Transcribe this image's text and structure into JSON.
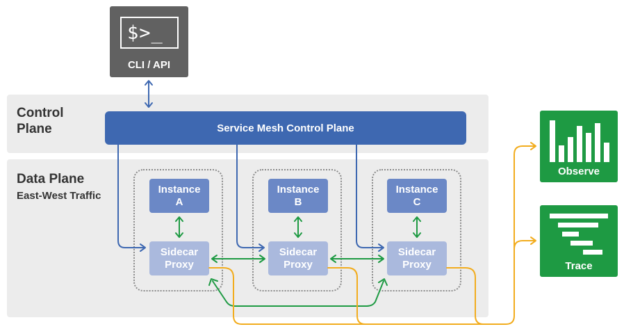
{
  "cli": {
    "prompt": "$>_",
    "label": "CLI / API"
  },
  "control_plane": {
    "title_line1": "Control",
    "title_line2": "Plane",
    "bar_label": "Service Mesh Control Plane"
  },
  "data_plane": {
    "title": "Data Plane",
    "subtitle": "East-West Traffic"
  },
  "pods": [
    {
      "instance_line1": "Instance",
      "instance_line2": "A",
      "sidecar_line1": "Sidecar",
      "sidecar_line2": "Proxy"
    },
    {
      "instance_line1": "Instance",
      "instance_line2": "B",
      "sidecar_line1": "Sidecar",
      "sidecar_line2": "Proxy"
    },
    {
      "instance_line1": "Instance",
      "instance_line2": "C",
      "sidecar_line1": "Sidecar",
      "sidecar_line2": "Proxy"
    }
  ],
  "tools": {
    "observe": {
      "label": "Observe",
      "icon": "bar-chart-icon"
    },
    "trace": {
      "label": "Trace",
      "icon": "trace-waterfall-icon"
    }
  },
  "colors": {
    "control_arrows": "#3e68b1",
    "east_west_arrows": "#1e9a43",
    "telemetry_arrows": "#f2ac1d",
    "tool_background": "#1e9a43"
  }
}
